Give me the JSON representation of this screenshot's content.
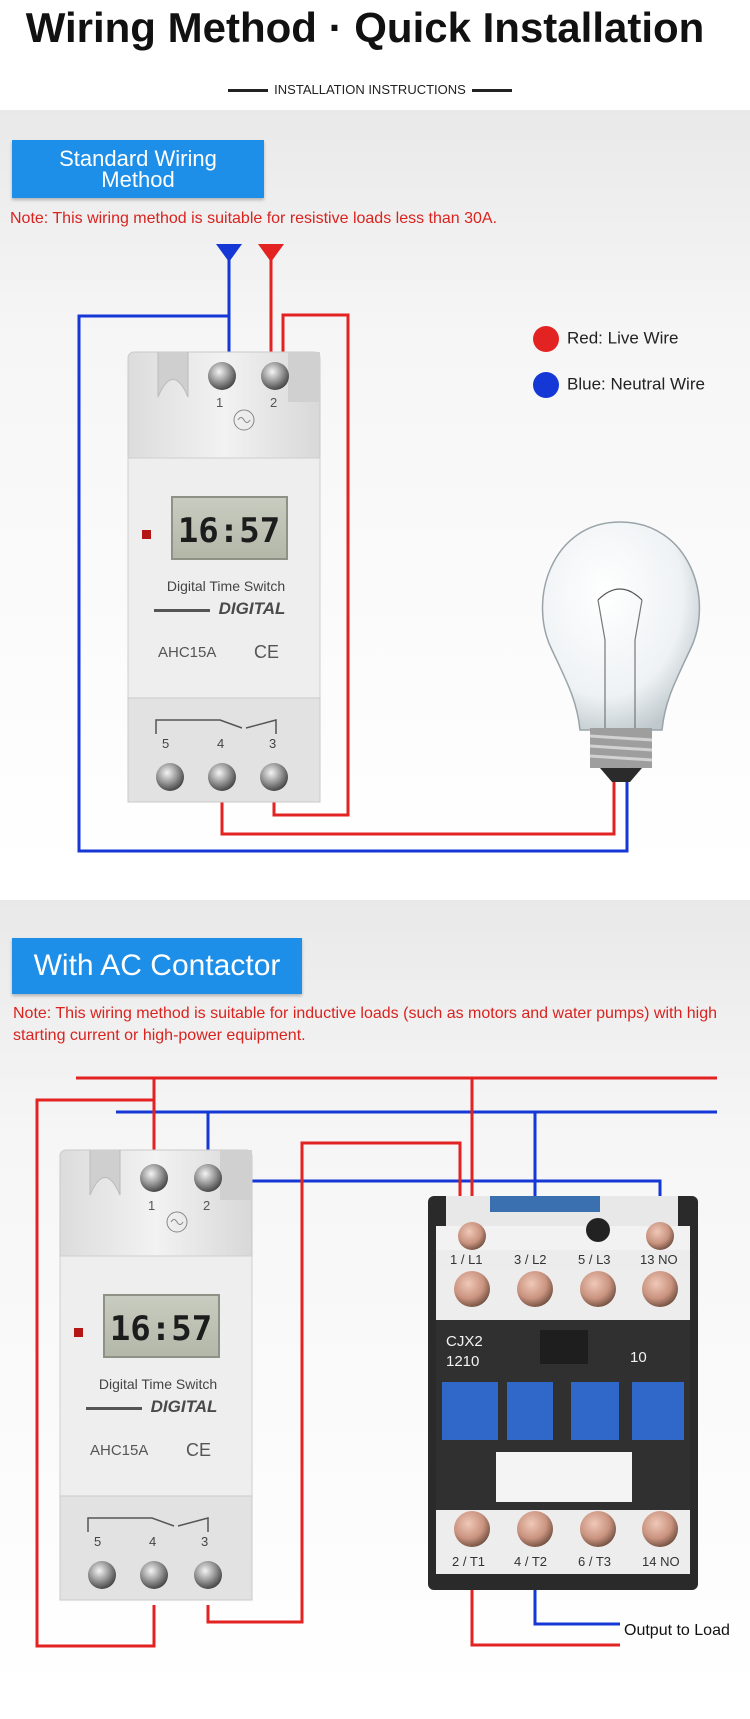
{
  "header": {
    "title": "Wiring Method · Quick Installation",
    "subtitle": "INSTALLATION INSTRUCTIONS"
  },
  "section1": {
    "button_line1": "Standard Wiring",
    "button_line2": "Method",
    "note": "Note: This wiring method is suitable for resistive loads less than 30A.",
    "legend": [
      {
        "label": "Red: Live Wire",
        "color": "#e32222"
      },
      {
        "label": "Blue: Neutral Wire",
        "color": "#1437d6"
      }
    ]
  },
  "device": {
    "display_time": "16:57",
    "name": "Digital  Time  Switch",
    "brand": "DIGITAL",
    "model": "AHC15A",
    "ce": "CE",
    "top_terminals": [
      "1",
      "2"
    ],
    "bottom_terminals": [
      "5",
      "4",
      "3"
    ]
  },
  "section2": {
    "button": "With AC Contactor",
    "note": "Note: This wiring method is suitable for inductive loads (such as motors and water pumps) with high starting current or high-power equipment.",
    "contactor": {
      "model_line1": "CJX2",
      "model_line2": "1210",
      "code": "10",
      "top_labels": [
        "1 / L1",
        "3 / L2",
        "5 / L3",
        "13 NO"
      ],
      "bottom_labels": [
        "2 / T1",
        "4 / T2",
        "6 / T3",
        "14 NO"
      ]
    },
    "output_label": "Output to Load"
  },
  "colors": {
    "live": "#e32222",
    "neutral": "#1437d6",
    "accent": "#1e8fe8"
  }
}
